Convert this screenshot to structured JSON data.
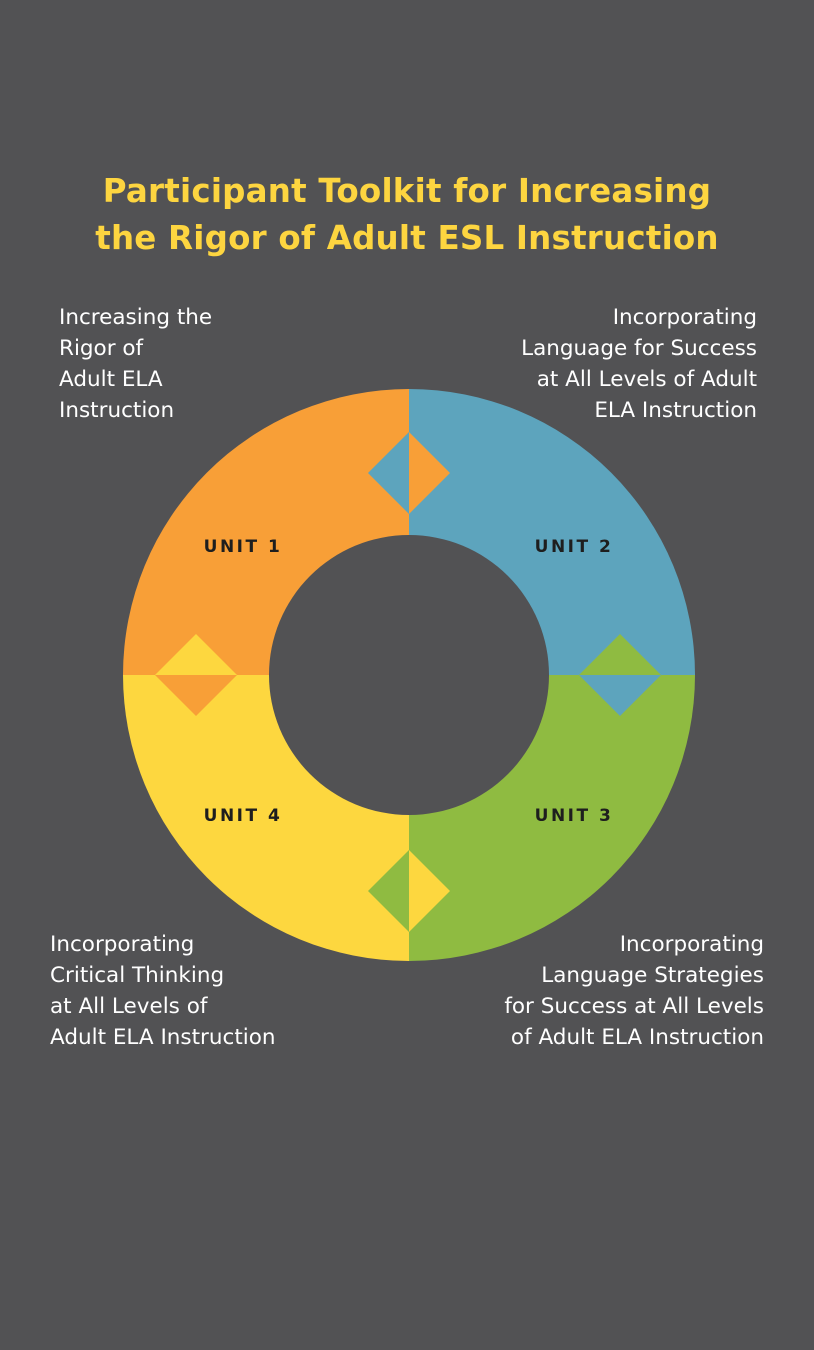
{
  "title": {
    "lines": [
      "Participant Toolkit for Increasing",
      "the Rigor of Adult ESL Instruction"
    ]
  },
  "colors": {
    "background": "#525254",
    "title": "#FDD540",
    "unit1": "#F89F37",
    "unit2": "#5DA4BD",
    "unit3": "#8FBB41",
    "unit4": "#FDD73F",
    "label_text": "#1E1E1E",
    "description_text": "#FFFFFF"
  },
  "units": [
    {
      "label": "UNIT 1",
      "description": [
        "Increasing the",
        "Rigor of",
        "Adult ELA",
        "Instruction"
      ]
    },
    {
      "label": "UNIT 2",
      "description": [
        "Incorporating",
        "Language for Success",
        "at All Levels of Adult",
        "ELA Instruction"
      ]
    },
    {
      "label": "UNIT 3",
      "description": [
        "Incorporating",
        "Language Strategies",
        "for Success at All Levels",
        "of Adult ELA Instruction"
      ]
    },
    {
      "label": "UNIT 4",
      "description": [
        "Incorporating",
        "Critical Thinking",
        "at All Levels of",
        "Adult ELA Instruction"
      ]
    }
  ]
}
